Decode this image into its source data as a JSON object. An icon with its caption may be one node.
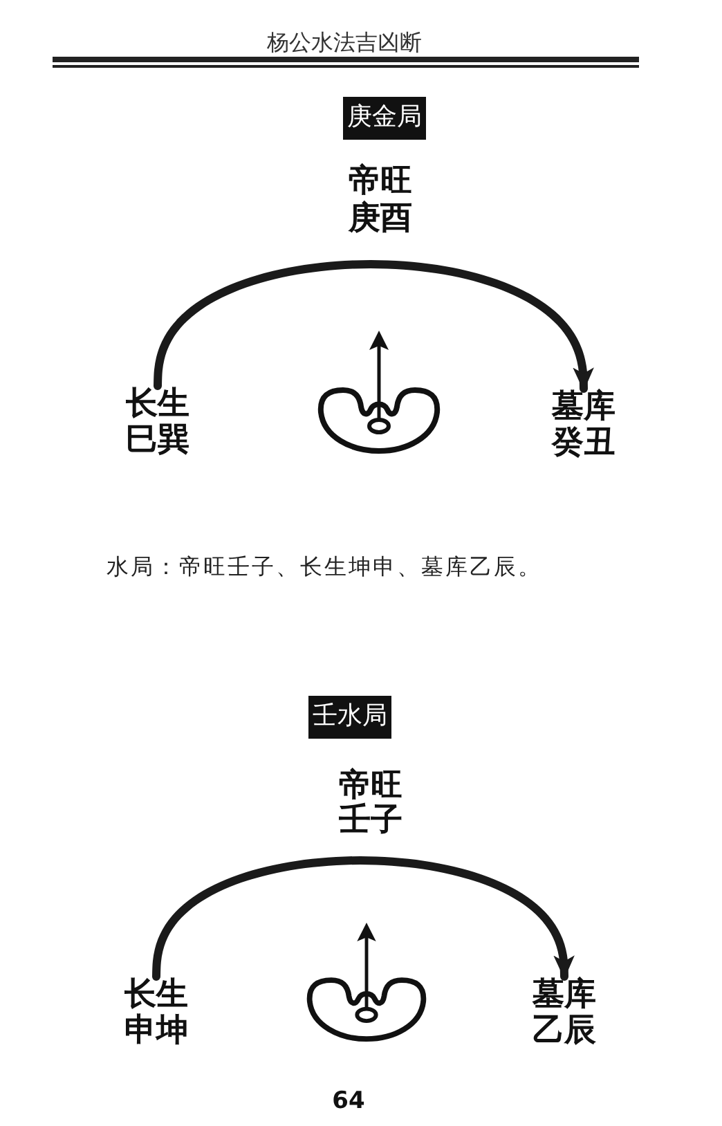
{
  "diagram": {
    "title": "杨公水法吉凶断",
    "nodes": [
      {
        "text": [
          "庚金局"
        ]
      },
      {
        "text": [
          "长生",
          "巳巽"
        ]
      },
      {
        "text": [
          "墓库",
          "癸丑"
        ]
      },
      {
        "text": [
          "壬水局"
        ]
      },
      {
        "text": [
          "长生",
          "申坤"
        ]
      },
      {
        "text": [
          "墓库",
          "乙辰"
        ]
      }
    ],
    "edges": [
      {
        "from": 1,
        "to": 2,
        "arrow": "to"
      },
      {
        "from": 4,
        "to": 5,
        "arrow": "to"
      }
    ],
    "labels": [
      "帝旺",
      "庚酉",
      "水局：帝旺壬子、长生坤申、墓库乙辰。",
      "帝旺",
      "壬子",
      "64"
    ]
  }
}
